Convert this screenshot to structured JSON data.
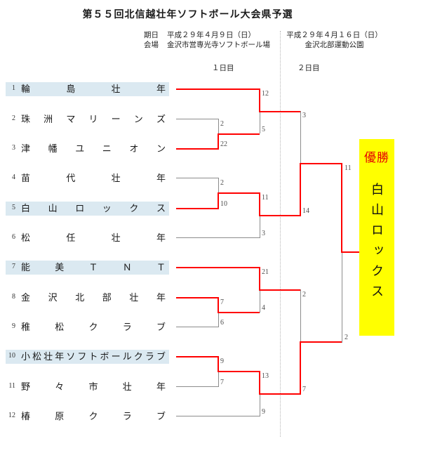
{
  "title": "第５５回北信越壮年ソフトボール大会県予選",
  "header": {
    "day1": {
      "date_label": "期日",
      "date": "平成２９年４月９日（日）",
      "venue_label": "会場",
      "venue": "金沢市営専光寺ソフトボール場",
      "round_label": "１日目"
    },
    "day2": {
      "date": "平成２９年４月１６日（日）",
      "venue": "金沢北部運動公園",
      "round_label": "２日目"
    }
  },
  "teams": [
    {
      "no": "1",
      "name": "輪島壮年",
      "highlighted": true
    },
    {
      "no": "2",
      "name": "珠洲マリーンズ",
      "highlighted": false
    },
    {
      "no": "3",
      "name": "津幡ユニオン",
      "highlighted": false
    },
    {
      "no": "4",
      "name": "苗代壮年",
      "highlighted": false
    },
    {
      "no": "5",
      "name": "白山ロックス",
      "highlighted": true
    },
    {
      "no": "6",
      "name": "松任壮年",
      "highlighted": false
    },
    {
      "no": "7",
      "name": "能美ＴＮＴ",
      "highlighted": true
    },
    {
      "no": "8",
      "name": "金沢北部壮年",
      "highlighted": false
    },
    {
      "no": "9",
      "name": "稚松クラブ",
      "highlighted": false
    },
    {
      "no": "10",
      "name": "小松壮年ソフトボールクラブ",
      "highlighted": true
    },
    {
      "no": "11",
      "name": "野々市壮年",
      "highlighted": false
    },
    {
      "no": "12",
      "name": "椿原クラブ",
      "highlighted": false
    }
  ],
  "matches": [
    {
      "round": "round1",
      "top": "珠洲マリーンズ",
      "top_score": "2",
      "bottom": "津幡ユニオン",
      "bottom_score": "22",
      "winner": "津幡ユニオン"
    },
    {
      "round": "round1",
      "top": "苗代壮年",
      "top_score": "2",
      "bottom": "白山ロックス",
      "bottom_score": "10",
      "winner": "白山ロックス"
    },
    {
      "round": "round1",
      "top": "金沢北部壮年",
      "top_score": "7",
      "bottom": "稚松クラブ",
      "bottom_score": "6",
      "winner": "金沢北部壮年"
    },
    {
      "round": "round1",
      "top": "小松壮年ソフトボールクラブ",
      "top_score": "9",
      "bottom": "野々市壮年",
      "bottom_score": "7",
      "winner": "小松壮年ソフトボールクラブ"
    },
    {
      "round": "round2",
      "top": "輪島壮年",
      "top_score": "12",
      "bottom": "津幡ユニオン",
      "bottom_score": "5",
      "winner": "輪島壮年"
    },
    {
      "round": "round2",
      "top": "白山ロックス",
      "top_score": "11",
      "bottom": "松任壮年",
      "bottom_score": "3",
      "winner": "白山ロックス"
    },
    {
      "round": "round2",
      "top": "能美ＴＮＴ",
      "top_score": "21",
      "bottom": "金沢北部壮年",
      "bottom_score": "4",
      "winner": "能美ＴＮＴ"
    },
    {
      "round": "round2",
      "top": "小松壮年ソフトボールクラブ",
      "top_score": "13",
      "bottom": "椿原クラブ",
      "bottom_score": "9",
      "winner": "小松壮年ソフトボールクラブ"
    },
    {
      "round": "semifinal",
      "top": "輪島壮年",
      "top_score": "3",
      "bottom": "白山ロックス",
      "bottom_score": "14",
      "winner": "白山ロックス"
    },
    {
      "round": "semifinal",
      "top": "能美ＴＮＴ",
      "top_score": "2",
      "bottom": "小松壮年ソフトボールクラブ",
      "bottom_score": "7",
      "winner": "小松壮年ソフトボールクラブ"
    },
    {
      "round": "final",
      "top": "白山ロックス",
      "top_score": "11",
      "bottom": "小松壮年ソフトボールクラブ",
      "bottom_score": "2",
      "winner": "白山ロックス"
    }
  ],
  "champion": {
    "label": "優勝",
    "name": "白山ロックス"
  },
  "colors": {
    "winner_path": "#ff0000",
    "loser_path": "#8c8c8c",
    "team_highlight": "#dbe9f1",
    "champion_bg": "#ffff00",
    "champion_label": "#e60000"
  }
}
